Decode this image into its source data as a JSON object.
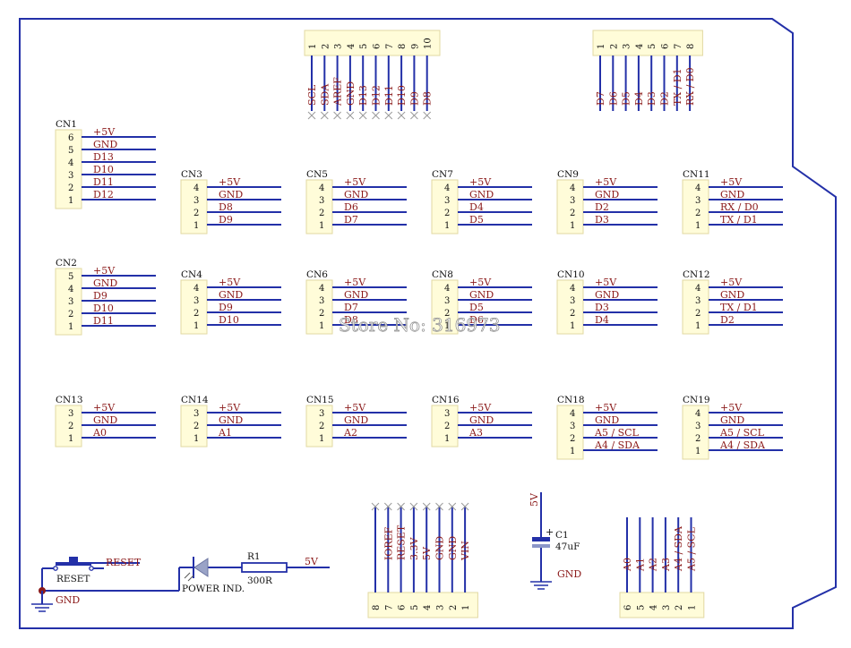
{
  "board": {
    "border_color": "#2330a8"
  },
  "watermark": "Store No: 316973",
  "top_headers": [
    {
      "id": "h10",
      "pins": [
        "1",
        "2",
        "3",
        "4",
        "5",
        "6",
        "7",
        "8",
        "9",
        "10"
      ],
      "labels": [
        "SCL",
        "SDA",
        "AREF",
        "GND",
        "D13",
        "D12",
        "D11",
        "D10",
        "D9",
        "D8"
      ]
    },
    {
      "id": "h8",
      "pins": [
        "1",
        "2",
        "3",
        "4",
        "5",
        "6",
        "7",
        "8"
      ],
      "labels": [
        "D7",
        "D6",
        "D5",
        "D4",
        "D3",
        "D2",
        "TX / D1",
        "RX / D0"
      ]
    }
  ],
  "connectors": [
    {
      "name": "CN1",
      "pins": [
        "6",
        "5",
        "4",
        "3",
        "2",
        "1"
      ],
      "labels": [
        "+5V",
        "GND",
        "D13",
        "D10",
        "D11",
        "D12"
      ]
    },
    {
      "name": "CN3",
      "pins": [
        "4",
        "3",
        "2",
        "1"
      ],
      "labels": [
        "+5V",
        "GND",
        "D8",
        "D9"
      ]
    },
    {
      "name": "CN5",
      "pins": [
        "4",
        "3",
        "2",
        "1"
      ],
      "labels": [
        "+5V",
        "GND",
        "D6",
        "D7"
      ]
    },
    {
      "name": "CN7",
      "pins": [
        "4",
        "3",
        "2",
        "1"
      ],
      "labels": [
        "+5V",
        "GND",
        "D4",
        "D5"
      ]
    },
    {
      "name": "CN9",
      "pins": [
        "4",
        "3",
        "2",
        "1"
      ],
      "labels": [
        "+5V",
        "GND",
        "D2",
        "D3"
      ]
    },
    {
      "name": "CN11",
      "pins": [
        "4",
        "3",
        "2",
        "1"
      ],
      "labels": [
        "+5V",
        "GND",
        "RX / D0",
        "TX / D1"
      ]
    },
    {
      "name": "CN2",
      "pins": [
        "5",
        "4",
        "3",
        "2",
        "1"
      ],
      "labels": [
        "+5V",
        "GND",
        "D9",
        "D10",
        "D11"
      ]
    },
    {
      "name": "CN4",
      "pins": [
        "4",
        "3",
        "2",
        "1"
      ],
      "labels": [
        "+5V",
        "GND",
        "D9",
        "D10"
      ]
    },
    {
      "name": "CN6",
      "pins": [
        "4",
        "3",
        "2",
        "1"
      ],
      "labels": [
        "+5V",
        "GND",
        "D7",
        "D8"
      ]
    },
    {
      "name": "CN8",
      "pins": [
        "4",
        "3",
        "2",
        "1"
      ],
      "labels": [
        "+5V",
        "GND",
        "D5",
        "D6"
      ]
    },
    {
      "name": "CN10",
      "pins": [
        "4",
        "3",
        "2",
        "1"
      ],
      "labels": [
        "+5V",
        "GND",
        "D3",
        "D4"
      ]
    },
    {
      "name": "CN12",
      "pins": [
        "4",
        "3",
        "2",
        "1"
      ],
      "labels": [
        "+5V",
        "GND",
        "TX / D1",
        "D2"
      ]
    },
    {
      "name": "CN13",
      "pins": [
        "3",
        "2",
        "1"
      ],
      "labels": [
        "+5V",
        "GND",
        "A0"
      ]
    },
    {
      "name": "CN14",
      "pins": [
        "3",
        "2",
        "1"
      ],
      "labels": [
        "+5V",
        "GND",
        "A1"
      ]
    },
    {
      "name": "CN15",
      "pins": [
        "3",
        "2",
        "1"
      ],
      "labels": [
        "+5V",
        "GND",
        "A2"
      ]
    },
    {
      "name": "CN16",
      "pins": [
        "3",
        "2",
        "1"
      ],
      "labels": [
        "+5V",
        "GND",
        "A3"
      ]
    },
    {
      "name": "CN18",
      "pins": [
        "4",
        "3",
        "2",
        "1"
      ],
      "labels": [
        "+5V",
        "GND",
        "A5 / SCL",
        "A4 / SDA"
      ]
    },
    {
      "name": "CN19",
      "pins": [
        "4",
        "3",
        "2",
        "1"
      ],
      "labels": [
        "+5V",
        "GND",
        "A5 / SCL",
        "A4 / SDA"
      ]
    }
  ],
  "bottom_headers": [
    {
      "id": "power",
      "pins": [
        "8",
        "7",
        "6",
        "5",
        "4",
        "3",
        "2",
        "1"
      ],
      "labels": [
        "",
        "IOREF",
        "RESET",
        "3.3V",
        "5V",
        "GND",
        "GND",
        "VIN"
      ]
    },
    {
      "id": "analog",
      "pins": [
        "6",
        "5",
        "4",
        "3",
        "2",
        "1"
      ],
      "labels": [
        "A0",
        "A1",
        "A2",
        "A3",
        "A4 / SDA",
        "A5 / SCL"
      ]
    }
  ],
  "reset_circuit": {
    "net_label": "RESET",
    "switch_label": "RESET",
    "ground_label": "GND"
  },
  "power_circuit": {
    "led_label": "POWER IND.",
    "resistor_ref": "R1",
    "resistor_value": "300R",
    "net_label": "5V"
  },
  "capacitor": {
    "ref": "C1",
    "value": "47uF",
    "top_label": "5V",
    "ground_label": "GND",
    "polarity": "+"
  }
}
